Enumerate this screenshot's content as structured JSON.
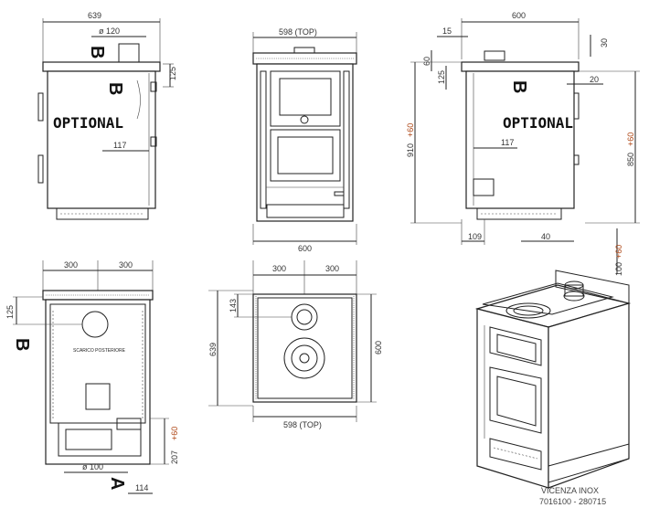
{
  "views": {
    "side_left": {
      "width": "639",
      "flue_diameter": "ø 120",
      "letter_b1": "B",
      "letter_b2": "B",
      "optional": "OPTIONAL",
      "dim_125": "125",
      "dim_117": "117"
    },
    "front": {
      "top_width": "598 (TOP)",
      "bottom_width": "600"
    },
    "side_right": {
      "width": "600",
      "dim_15": "15",
      "dim_30": "30",
      "dim_60": "60",
      "dim_125": "125",
      "dim_20": "20",
      "letter_b": "B",
      "optional": "OPTIONAL",
      "dim_117": "117",
      "height_left": "910",
      "height_left_extra": "+60",
      "height_right": "850",
      "height_right_extra": "+60",
      "dim_109": "109",
      "dim_40": "40",
      "dim_100": "100",
      "dim_100_extra": "+60"
    },
    "rear": {
      "dim_300_a": "300",
      "dim_300_b": "300",
      "dim_125": "125",
      "letter_b": "B",
      "label": "SCARICO POSTERIORE",
      "dim_207": "207",
      "dim_207_extra": "+60",
      "flue_diameter": "ø 100",
      "letter_a": "A",
      "dim_114": "114"
    },
    "top": {
      "dim_300_a": "300",
      "dim_300_b": "300",
      "dim_143": "143",
      "dim_639": "639",
      "dim_600": "600",
      "bottom_width": "598 (TOP)"
    },
    "iso": {
      "caption_model": "VICENZA INOX",
      "caption_code": "7016100 - 280715"
    }
  }
}
